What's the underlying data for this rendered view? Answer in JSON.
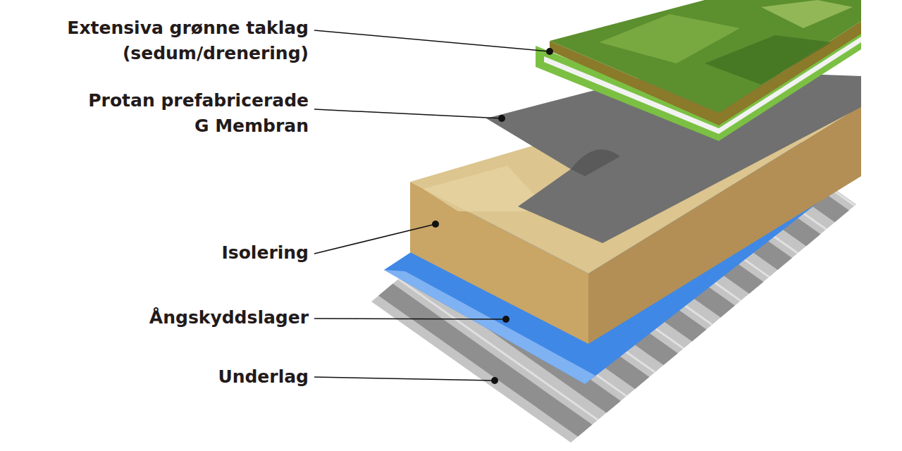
{
  "diagram": {
    "labels": [
      "Extensiva grønne taklag (sedum/drenering)",
      "Protan prefabricerade G Membran",
      "Isolering",
      "Ångskyddslager",
      "Underlag"
    ]
  }
}
